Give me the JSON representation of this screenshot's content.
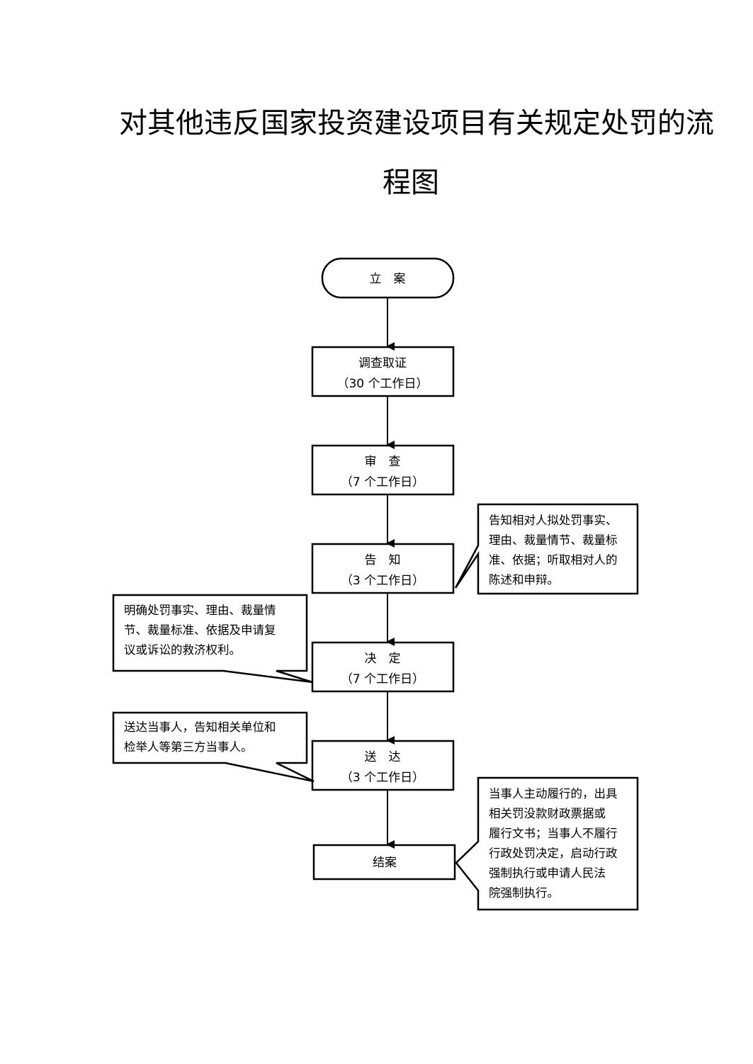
{
  "title": {
    "line1": "对其他违反国家投资建设项目有关规定处罚的流",
    "line2": "程图"
  },
  "steps": [
    {
      "label": "立　案",
      "sub": ""
    },
    {
      "label": "调查取证",
      "sub": "（30 个工作日）"
    },
    {
      "label": "审　查",
      "sub": "（7 个工作日）"
    },
    {
      "label": "告　知",
      "sub": "（3 个工作日）"
    },
    {
      "label": "决　定",
      "sub": "（7 个工作日）"
    },
    {
      "label": "送　达",
      "sub": "（3 个工作日）"
    },
    {
      "label": "结案",
      "sub": ""
    }
  ],
  "notes": {
    "inform": [
      "告知相对人拟处罚事实、",
      "理由、裁量情节、裁量标",
      "准、依据；听取相对人的",
      "陈述和申辩。"
    ],
    "decide": [
      "明确处罚事实、理由、裁量情",
      "节、裁量标准、依据及申请复",
      "议或诉讼的救济权利。"
    ],
    "deliver": [
      "送达当事人，告知相关单位和",
      "检举人等第三方当事人。"
    ],
    "close": [
      "当事人主动履行的，出具",
      "相关罚没款财政票据或",
      "履行文书；当事人不履行",
      "行政处罚决定，启动行政",
      "强制执行或申请人民法",
      "院强制执行。"
    ]
  }
}
